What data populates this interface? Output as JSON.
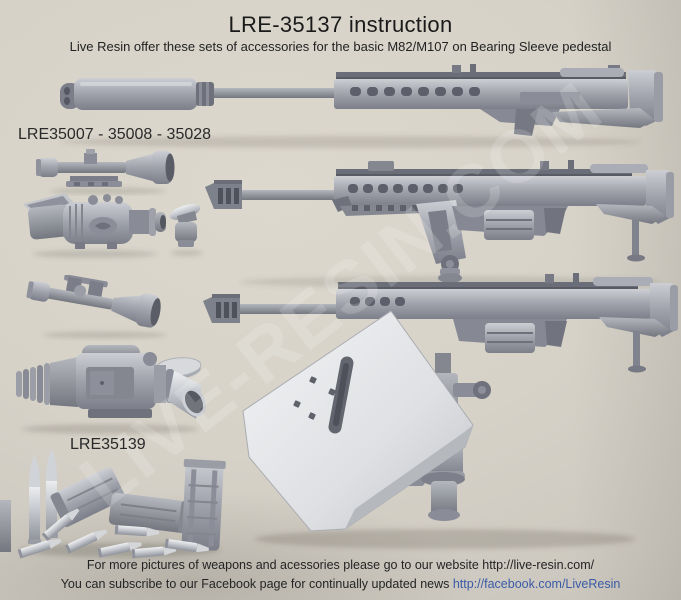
{
  "header": {
    "title": "LRE-35137 instruction",
    "subtitle": "Live Resin offer these sets of accessories for the basic M82/M107 on Bearing Sleeve pedestal"
  },
  "labels": {
    "scope_set": "LRE35007 - 35008 - 35028",
    "ammo_set": "LRE35139"
  },
  "footer": {
    "line1": "For more pictures of weapons and acessories please go to our website http://live-resin.com/",
    "line2_text": "You can subscribe to our Facebook page for continually updated news",
    "line2_link": "http://facebook.com/LiveResin"
  },
  "watermark": "LIVE-RESIN.COM",
  "figures": {
    "rifle_suppressed": "M82-M107 rifle with suppressor",
    "rifle_adapter": "M82-M107 rifle on bearing sleeve adapter",
    "rifle_shield": "M82-M107 rifle with armor shield on pedestal",
    "scope_top": "telescopic sight",
    "night_sight_top": "night vision sight",
    "eyecup_adapter": "eyecup adapter piece",
    "scope_bottom": "telescopic sight with mount",
    "night_sight_bottom": "night sight with eyepiece cone",
    "ammo_group": "cal .50 cartridges and magazines"
  },
  "colors": {
    "background": "#d6d2c8",
    "text": "#1e1e1e",
    "link": "#3b5ba6",
    "gun_base": "#9fa2ab",
    "gun_dark": "#74777f",
    "shield": "#e3e5e8"
  }
}
